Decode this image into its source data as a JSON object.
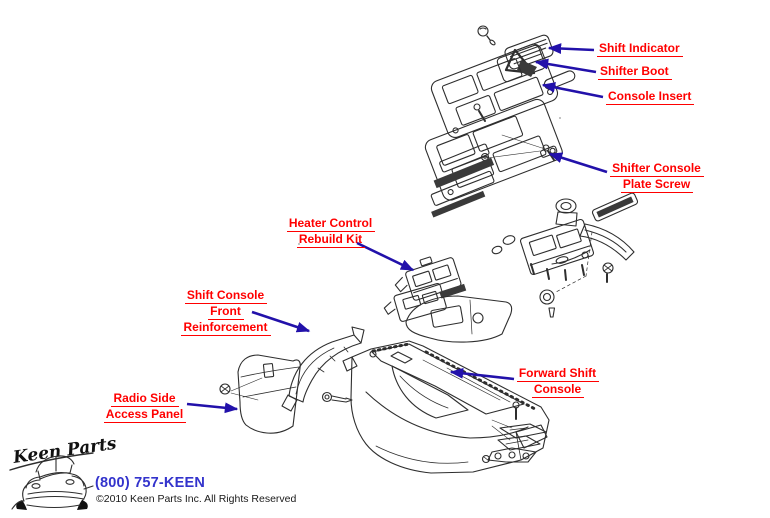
{
  "colors": {
    "label_red": "#ff0000",
    "arrow_blue": "#2211aa",
    "phone_blue": "#3333cc",
    "line_art": "#2e2e2e",
    "background": "#ffffff"
  },
  "callouts": {
    "shift_indicator": {
      "lines": [
        "Shift Indicator"
      ]
    },
    "shifter_boot": {
      "lines": [
        "Shifter Boot"
      ]
    },
    "console_insert": {
      "lines": [
        "Console Insert"
      ]
    },
    "shifter_console_plate_screw": {
      "lines": [
        "Shifter Console",
        "Plate Screw"
      ]
    },
    "heater_control_rebuild_kit": {
      "lines": [
        "Heater Control",
        "Rebuild Kit"
      ]
    },
    "shift_console_front_reinforcement": {
      "lines": [
        "Shift Console",
        "Front",
        "Reinforcement"
      ]
    },
    "radio_side_access_panel": {
      "lines": [
        "Radio Side",
        "Access Panel"
      ]
    },
    "forward_shift_console": {
      "lines": [
        "Forward Shift",
        "Console"
      ]
    }
  },
  "branding": {
    "logo_script": "Keen Parts",
    "phone": "(800) 757-KEEN",
    "copyright": "©2010 Keen Parts Inc. All Rights Reserved"
  }
}
